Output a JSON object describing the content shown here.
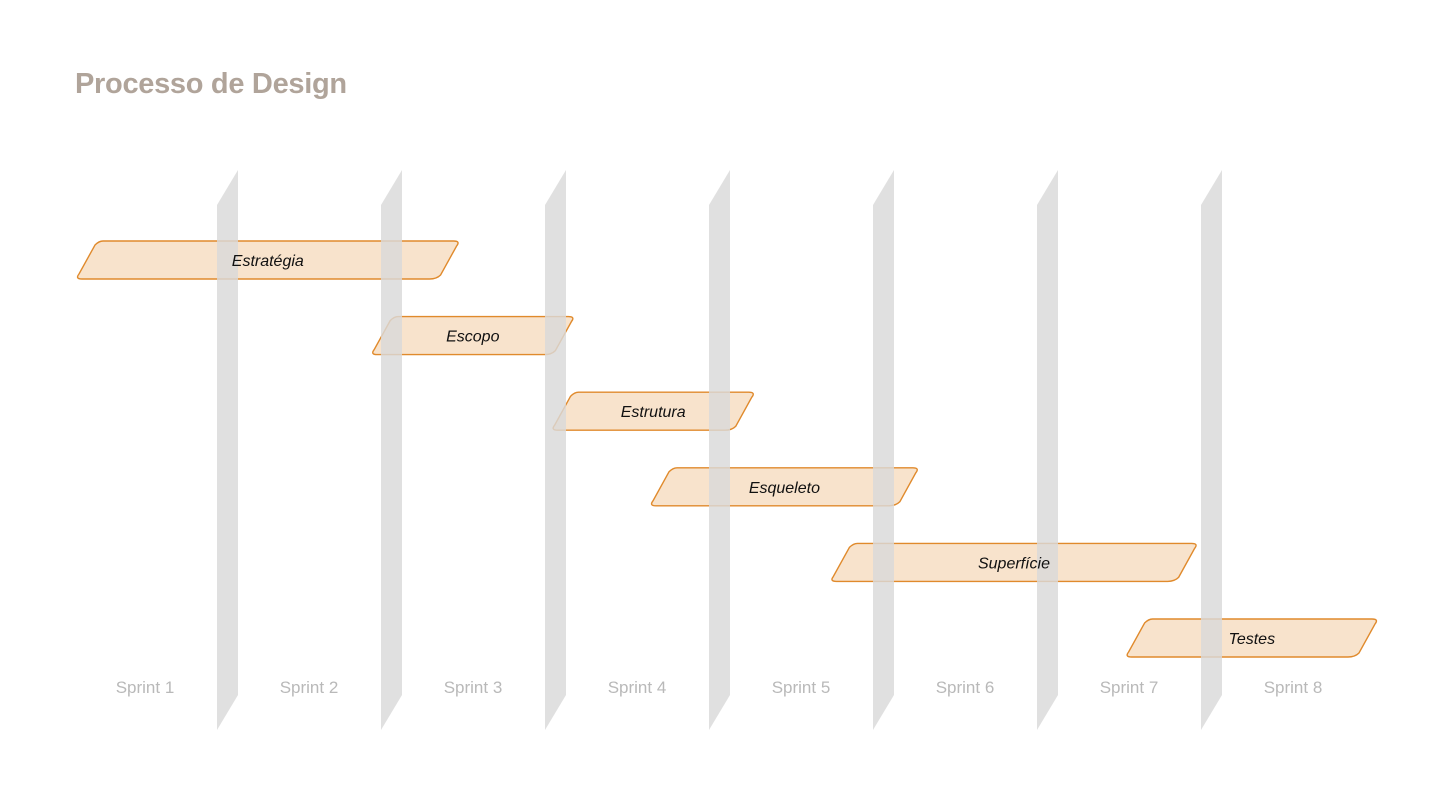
{
  "header": {
    "title": "Processo de Design"
  },
  "sprints": [
    {
      "label": "Sprint 1"
    },
    {
      "label": "Sprint 2"
    },
    {
      "label": "Sprint 3"
    },
    {
      "label": "Sprint 4"
    },
    {
      "label": "Sprint 5"
    },
    {
      "label": "Sprint 6"
    },
    {
      "label": "Sprint 7"
    },
    {
      "label": "Sprint 8"
    }
  ],
  "phases": [
    {
      "label": "Estratégia",
      "start_sprint": 1.0,
      "end_sprint": 3.4
    },
    {
      "label": "Escopo",
      "start_sprint": 2.8,
      "end_sprint": 4.1
    },
    {
      "label": "Estrutura",
      "start_sprint": 3.9,
      "end_sprint": 5.2
    },
    {
      "label": "Esqueleto",
      "start_sprint": 4.5,
      "end_sprint": 6.2
    },
    {
      "label": "Superfície",
      "start_sprint": 5.6,
      "end_sprint": 7.9
    },
    {
      "label": "Testes",
      "start_sprint": 7.4,
      "end_sprint": 9.0
    }
  ],
  "colors": {
    "title": "#b0a49a",
    "divider": "#d9d9d9",
    "phase_fill": "#f8e3cc",
    "phase_stroke": "#e08a2c",
    "sprint_text": "#b9b9b9",
    "phase_text": "#111111"
  }
}
